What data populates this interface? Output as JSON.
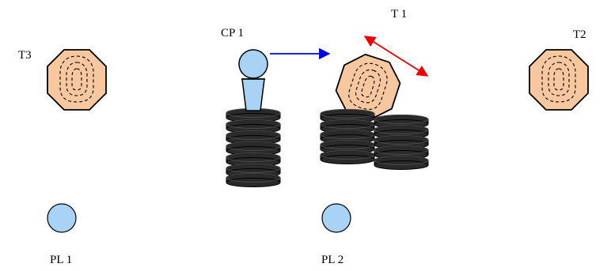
{
  "labels": {
    "t1": "T 1",
    "t2": "T2",
    "t3": "T3",
    "cp1": "CP 1",
    "pl1": "PL 1",
    "pl2": "PL 2"
  },
  "colors": {
    "target_fill": "#f7c8a0",
    "cup_fill": "#a9d3f5",
    "disc_fill": "#2a2a2a",
    "place_fill": "#a9d3f5",
    "move_arrow": "#0000ee",
    "rotate_arrow": "#ee0000",
    "outline": "#000000"
  }
}
